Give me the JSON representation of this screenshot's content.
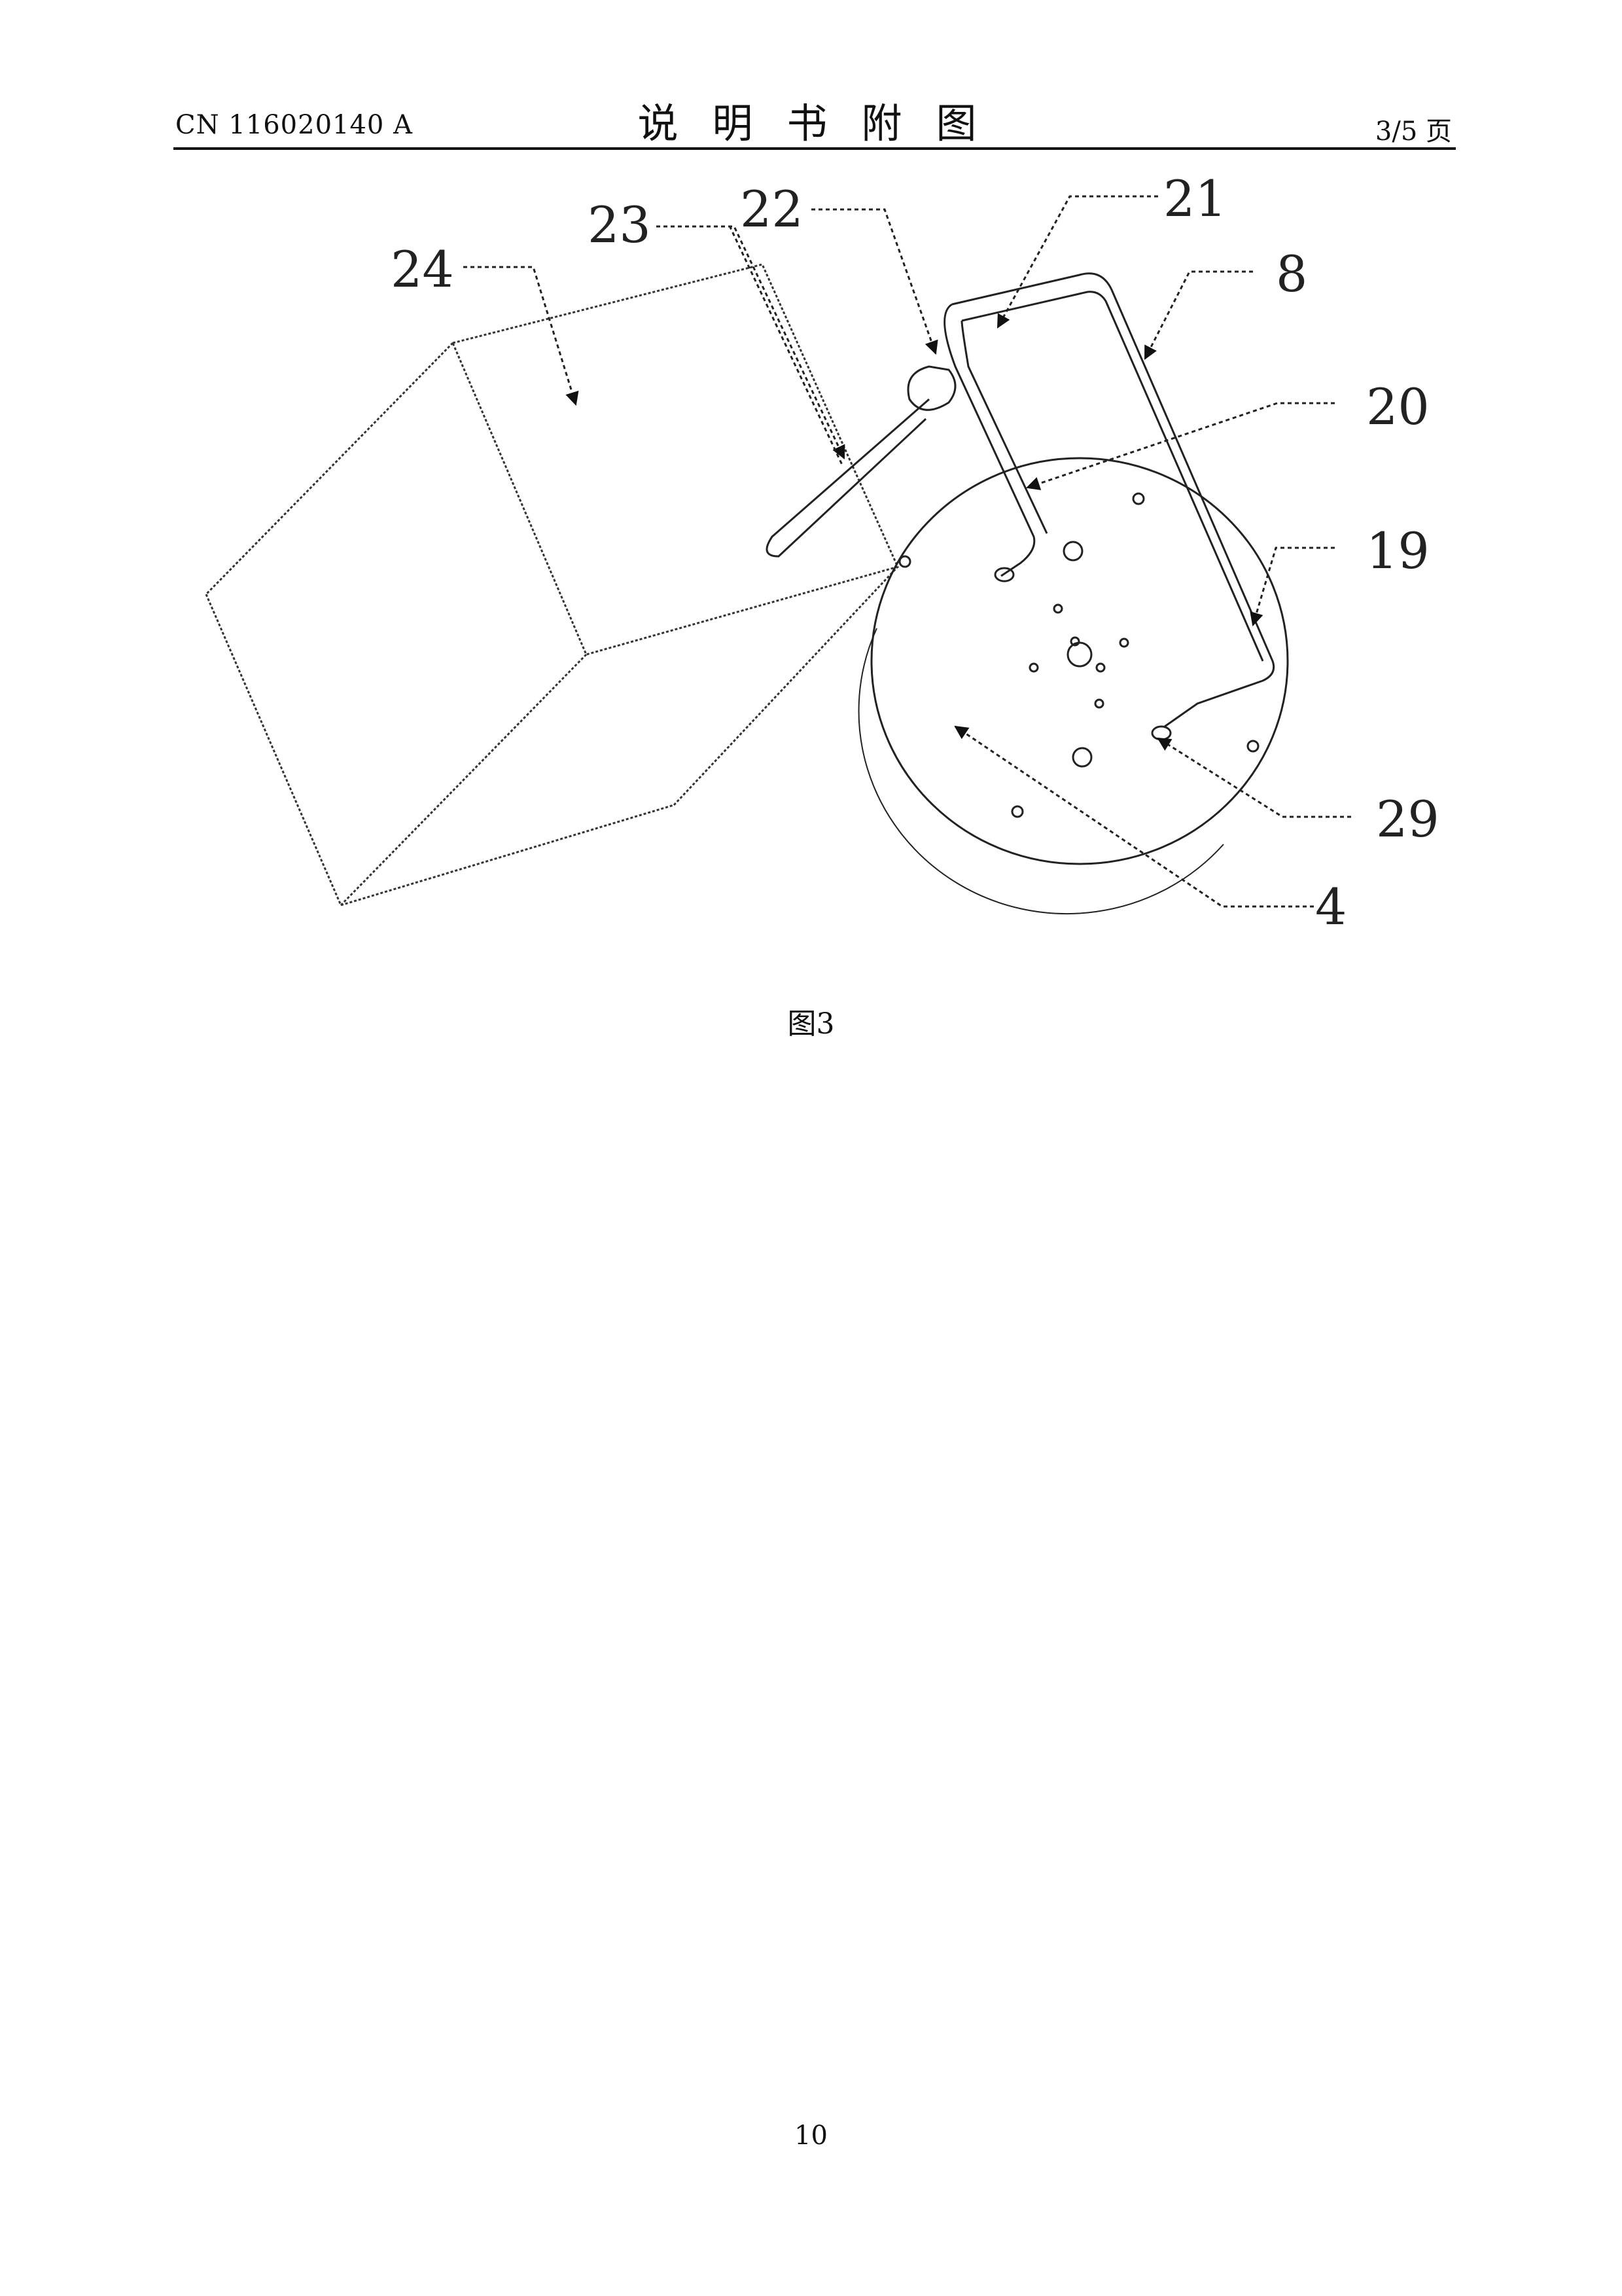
{
  "header": {
    "publication_number": "CN 116020140 A",
    "title": "说明书附图",
    "page_indicator": "3/5 页"
  },
  "figure": {
    "caption": "图3",
    "reference_labels": [
      "24",
      "23",
      "22",
      "21",
      "8",
      "20",
      "19",
      "29",
      "4"
    ]
  },
  "footer": {
    "page_number": "10"
  }
}
